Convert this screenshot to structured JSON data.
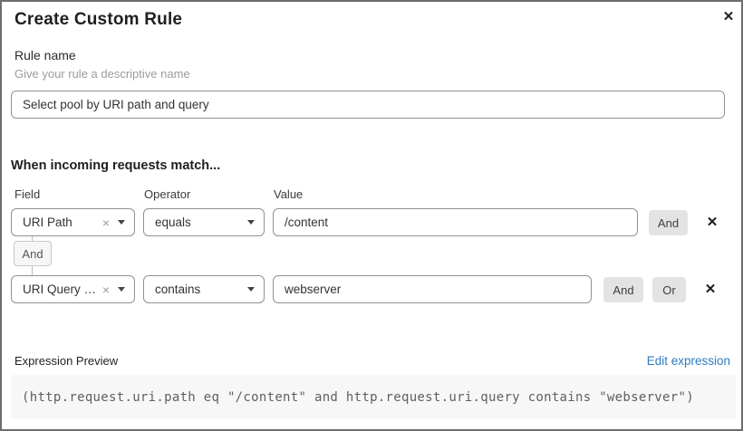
{
  "dialog": {
    "title": "Create Custom Rule"
  },
  "icons": {
    "close": "✕",
    "clear": "×",
    "delete": "✕"
  },
  "rule_name": {
    "label": "Rule name",
    "hint": "Give your rule a descriptive name",
    "value": "Select pool by URI path and query"
  },
  "matcher": {
    "heading": "When incoming requests match...",
    "columns": {
      "field": "Field",
      "operator": "Operator",
      "value": "Value"
    },
    "connector_label": "And",
    "rows": [
      {
        "field": "URI Path",
        "operator": "equals",
        "value": "/content",
        "buttons": [
          "And"
        ]
      },
      {
        "field": "URI Query St...",
        "operator": "contains",
        "value": "webserver",
        "buttons": [
          "And",
          "Or"
        ]
      }
    ]
  },
  "expression": {
    "label": "Expression Preview",
    "edit_link": "Edit expression",
    "code": "(http.request.uri.path eq \"/content\" and http.request.uri.query contains \"webserver\")"
  },
  "colors": {
    "link_blue": "#2e7bbf",
    "button_gray": "#e3e3e4",
    "border_gray": "#919191"
  }
}
